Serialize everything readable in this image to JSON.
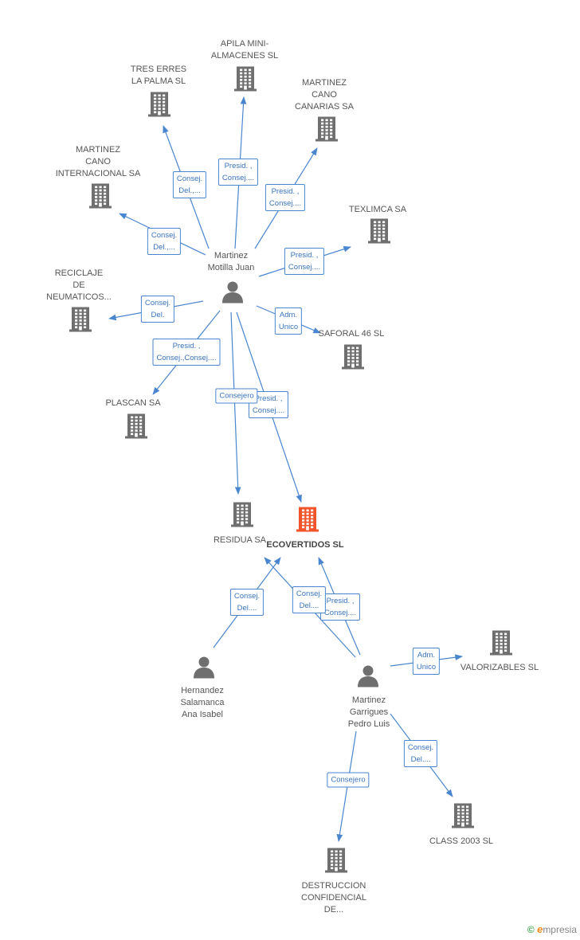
{
  "colors": {
    "edge": "#4a86cf",
    "building": "#6f6f6f",
    "building_main": "#f0542b",
    "person": "#6f6f6f"
  },
  "nodes": [
    {
      "id": "ecovertidos",
      "type": "company",
      "main": true,
      "label": "ECOVERTIDOS SL"
    },
    {
      "id": "residua",
      "type": "company",
      "label": "RESIDUA SA"
    },
    {
      "id": "tres_erres",
      "type": "company",
      "label": "TRES ERRES\nLA PALMA SL"
    },
    {
      "id": "apila",
      "type": "company",
      "label": "APILA MINI-\nALMACENES SL"
    },
    {
      "id": "martinez_canarias",
      "type": "company",
      "label": "MARTINEZ\nCANO\nCANARIAS SA"
    },
    {
      "id": "martinez_internacional",
      "type": "company",
      "label": "MARTINEZ\nCANO\nINTERNACIONAL SA"
    },
    {
      "id": "texlimca",
      "type": "company",
      "label": "TEXLIMCA SA"
    },
    {
      "id": "reciclaje",
      "type": "company",
      "label": "RECICLAJE\nDE\nNEUMATICOS..."
    },
    {
      "id": "saforal",
      "type": "company",
      "label": "SAFORAL 46 SL"
    },
    {
      "id": "plascan",
      "type": "company",
      "label": "PLASCAN SA"
    },
    {
      "id": "valorizables",
      "type": "company",
      "label": "VALORIZABLES SL"
    },
    {
      "id": "class2003",
      "type": "company",
      "label": "CLASS 2003 SL"
    },
    {
      "id": "destruccion",
      "type": "company",
      "label": "DESTRUCCION\nCONFIDENCIAL\nDE..."
    },
    {
      "id": "juan",
      "type": "person",
      "label": "Martinez\nMotilla Juan"
    },
    {
      "id": "ana",
      "type": "person",
      "label": "Hernandez\nSalamanca\nAna Isabel"
    },
    {
      "id": "pedro",
      "type": "person",
      "label": "Martinez\nGarrigues\nPedro Luis"
    }
  ],
  "edges": [
    {
      "from": "juan",
      "to": "tres_erres",
      "label": "Consej.\nDel.,..."
    },
    {
      "from": "juan",
      "to": "apila",
      "label": "Presid. ,\nConsej...."
    },
    {
      "from": "juan",
      "to": "martinez_canarias",
      "label": "Presid. ,\nConsej...."
    },
    {
      "from": "juan",
      "to": "martinez_internacional",
      "label": "Consej.\nDel.,..."
    },
    {
      "from": "juan",
      "to": "texlimca",
      "label": "Presid. ,\nConsej...."
    },
    {
      "from": "juan",
      "to": "reciclaje",
      "label": "Consej.\nDel."
    },
    {
      "from": "juan",
      "to": "saforal",
      "label": "Adm.\nUnico"
    },
    {
      "from": "juan",
      "to": "plascan",
      "label": "Presid. ,\nConsej.,Consej...."
    },
    {
      "from": "juan",
      "to": "ecovertidos",
      "label": "Presid. ,\nConsej...."
    },
    {
      "from": "juan",
      "to": "residua",
      "label": "Consejero"
    },
    {
      "from": "ana",
      "to": "residua",
      "label": "Consej.\nDel...."
    },
    {
      "from": "pedro",
      "to": "ecovertidos",
      "label": "Presid. ,\nConsej...."
    },
    {
      "from": "pedro",
      "to": "residua",
      "label": "Consej.\nDel...."
    },
    {
      "from": "pedro",
      "to": "valorizables",
      "label": "Adm.\nUnico"
    },
    {
      "from": "pedro",
      "to": "class2003",
      "label": "Consej.\nDel...."
    },
    {
      "from": "pedro",
      "to": "destruccion",
      "label": "Consejero"
    }
  ],
  "footer": {
    "copyright_symbol": "©",
    "brand_initial": "e",
    "brand_rest": "mpresia"
  }
}
